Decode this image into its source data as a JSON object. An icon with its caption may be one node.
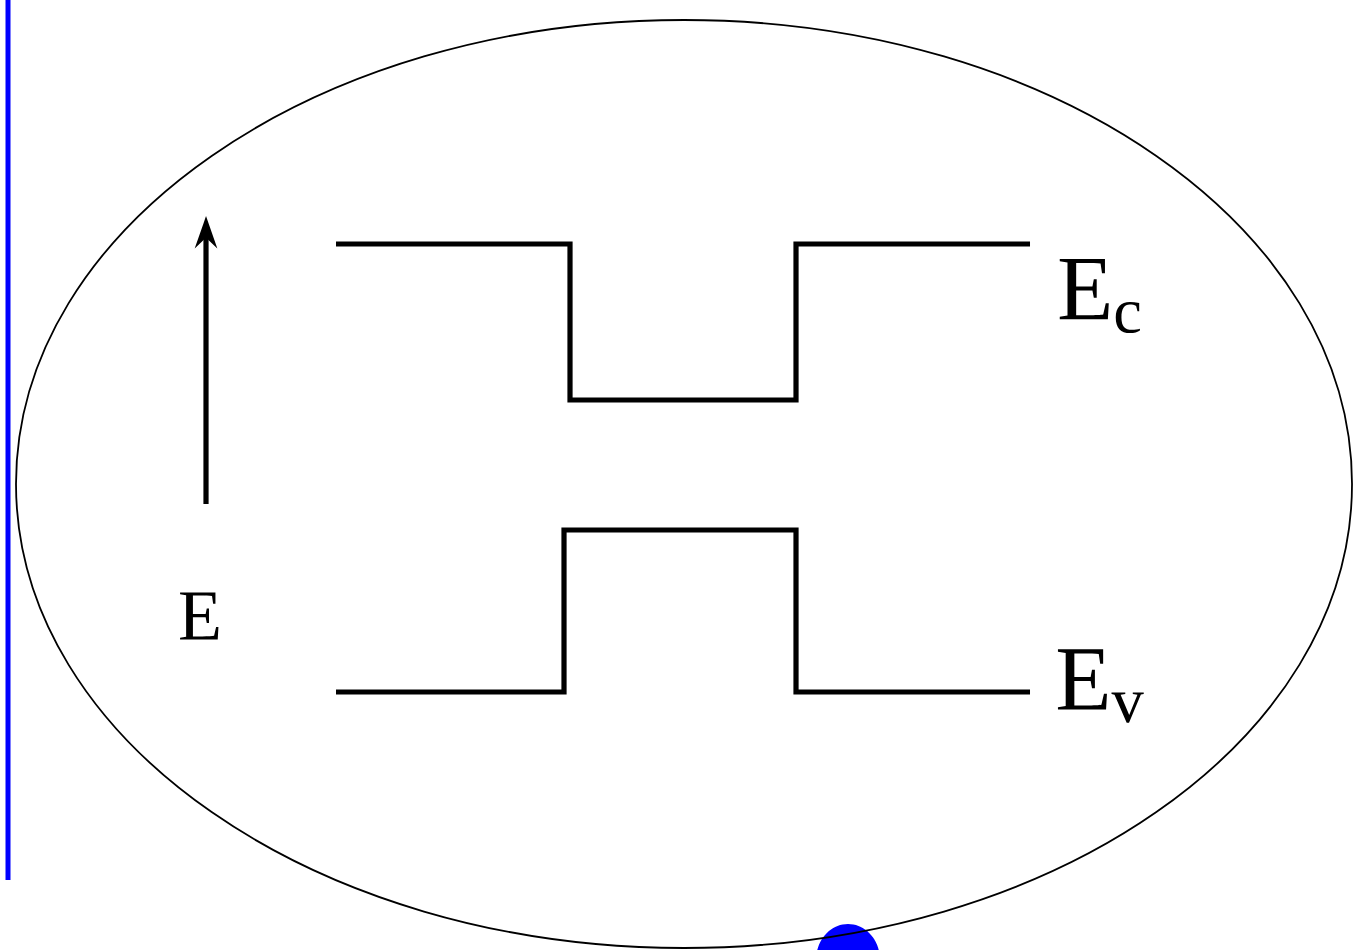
{
  "diagram": {
    "labels": [
      "E",
      "E$_{c}$",
      "E$_{v}$"
    ]
  }
}
